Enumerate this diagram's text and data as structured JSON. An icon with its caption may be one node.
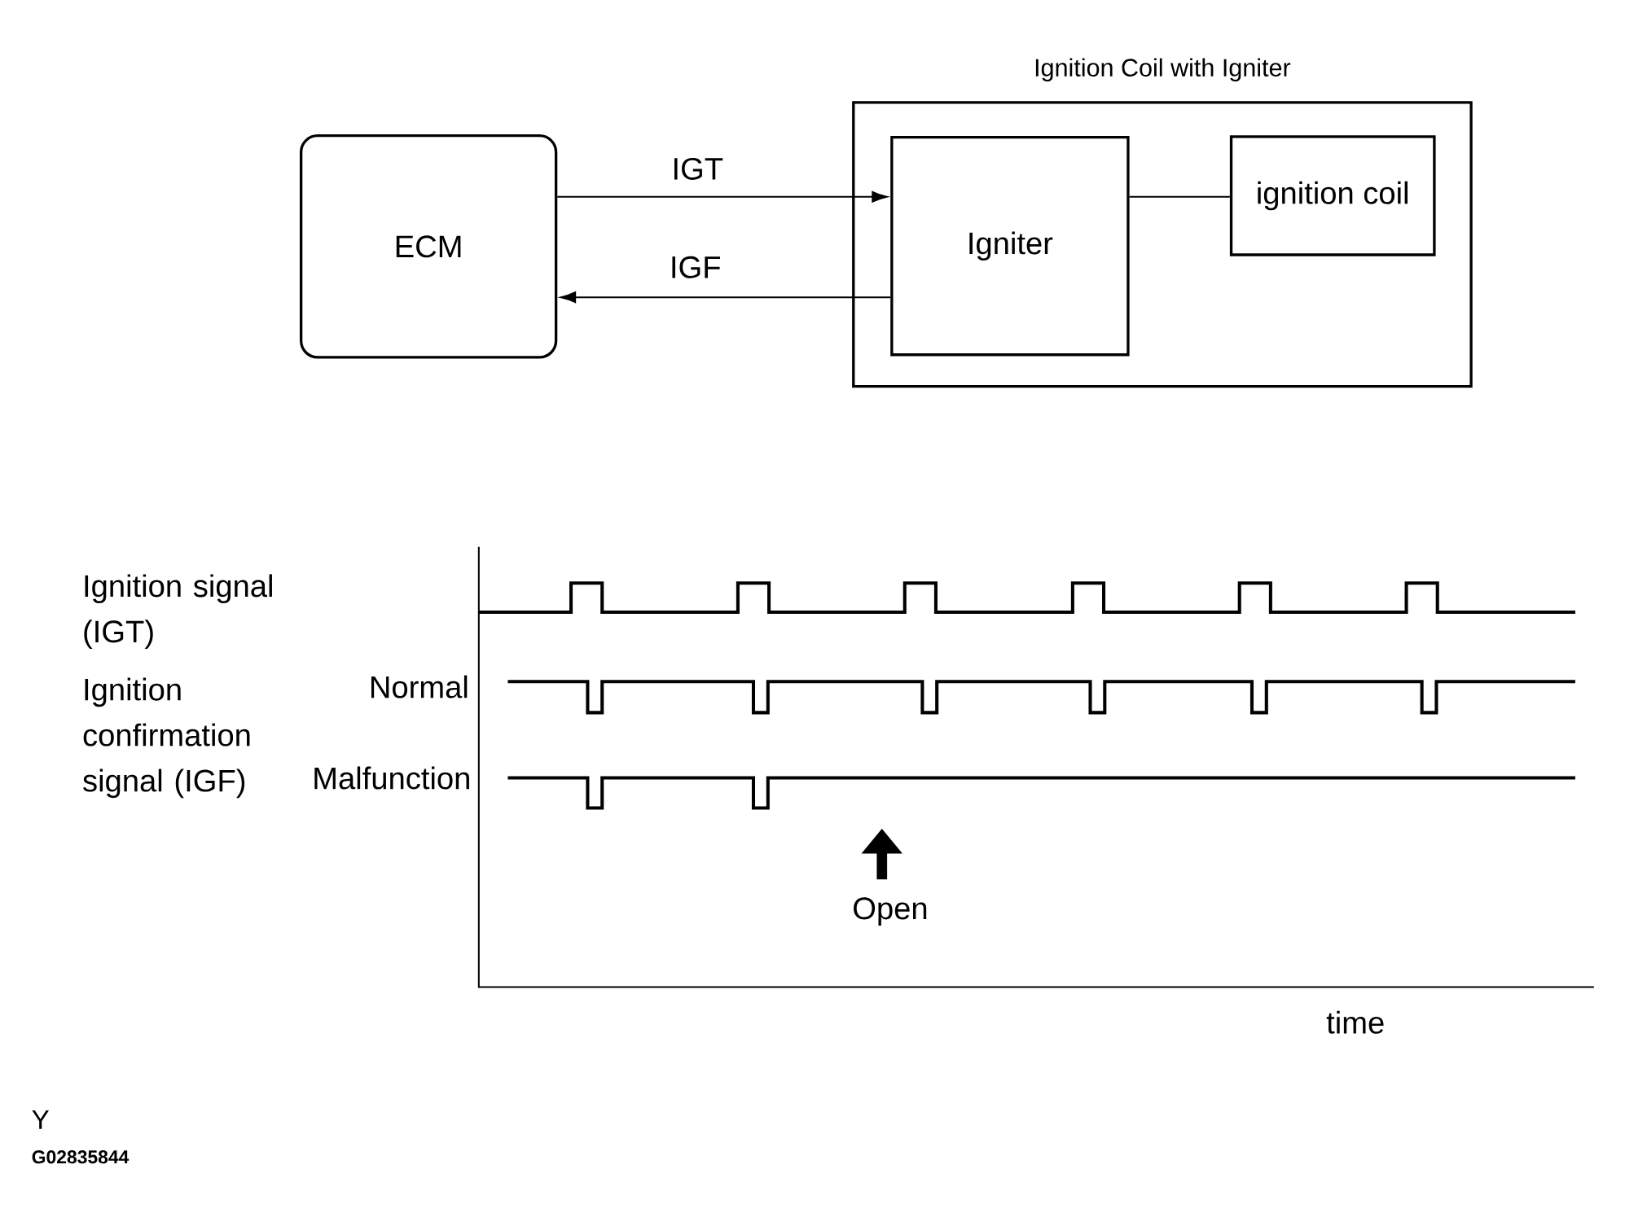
{
  "diagram": {
    "nodes": [
      {
        "text": [
          "ECM"
        ]
      },
      {
        "text": [
          "Ignition Coil with Igniter"
        ]
      },
      {
        "text": [
          "Igniter"
        ],
        "in": 1
      },
      {
        "text": [
          "ignition coil"
        ],
        "in": 1
      }
    ],
    "edges": [
      {
        "from": 0,
        "to": 2,
        "arrow": "to",
        "label": "IGT"
      },
      {
        "from": 2,
        "to": 0,
        "arrow": "to",
        "label": "IGF"
      },
      {
        "from": 2,
        "to": 3,
        "arrow": "none"
      }
    ],
    "labels": [
      "Ignition signal (IGT)",
      "Ignition confirmation signal (IGF)",
      "Normal",
      "Malfunction",
      "Open",
      "time",
      "Y",
      "G02835844"
    ]
  }
}
